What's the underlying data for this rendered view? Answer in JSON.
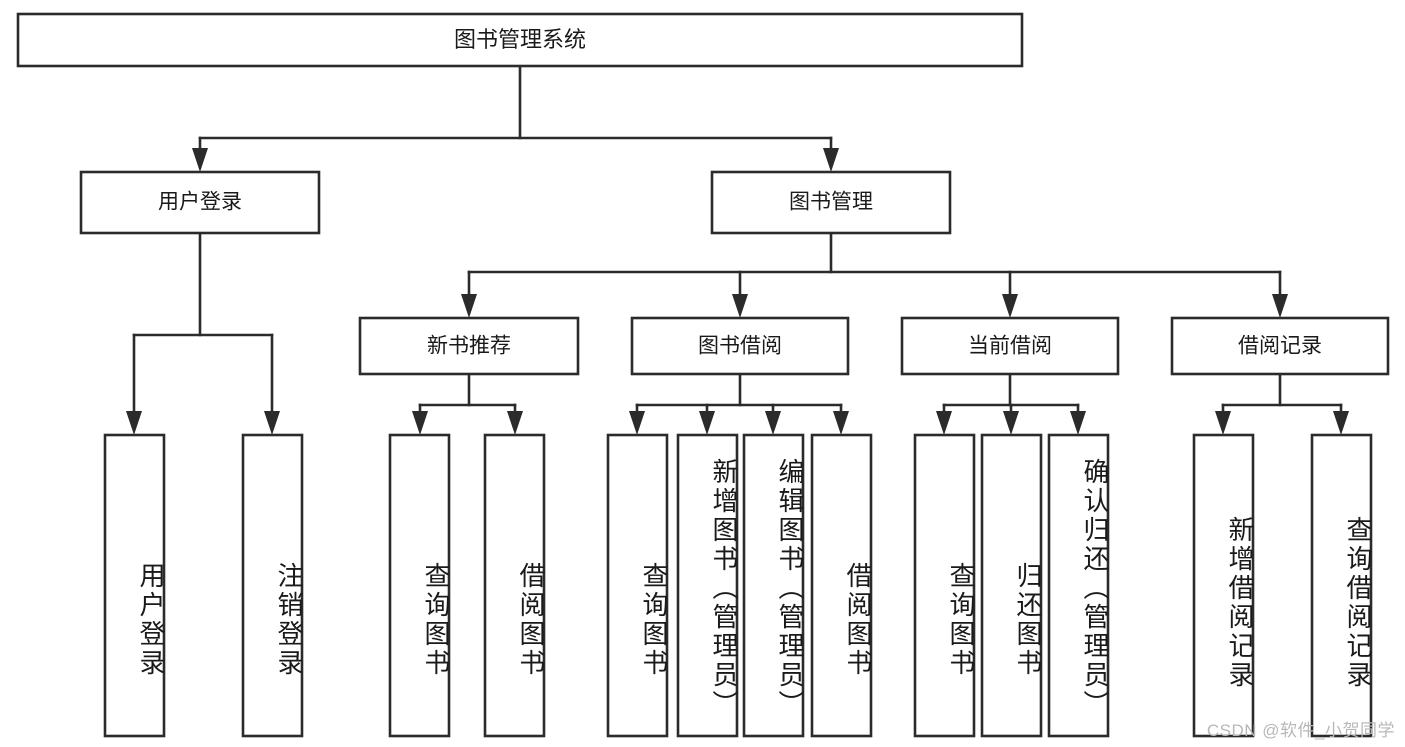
{
  "diagram": {
    "type": "tree-hierarchy",
    "title": "图书管理系统",
    "root": {
      "id": "root",
      "label": "图书管理系统",
      "orientation": "horizontal"
    },
    "level2": [
      {
        "id": "user-login",
        "label": "用户登录",
        "orientation": "horizontal"
      },
      {
        "id": "book-management",
        "label": "图书管理",
        "orientation": "horizontal"
      }
    ],
    "level3": [
      {
        "id": "new-book-recommend",
        "label": "新书推荐",
        "parent": "book-management",
        "orientation": "horizontal"
      },
      {
        "id": "book-borrow",
        "label": "图书借阅",
        "parent": "book-management",
        "orientation": "horizontal"
      },
      {
        "id": "current-borrow",
        "label": "当前借阅",
        "parent": "book-management",
        "orientation": "horizontal"
      },
      {
        "id": "borrow-record",
        "label": "借阅记录",
        "parent": "book-management",
        "orientation": "horizontal"
      }
    ],
    "leaves": [
      {
        "id": "leaf-user-login",
        "label": "用户登录",
        "parent": "user-login",
        "orientation": "vertical"
      },
      {
        "id": "leaf-user-logout",
        "label": "注销登录",
        "parent": "user-login",
        "orientation": "vertical"
      },
      {
        "id": "leaf-query-book-1",
        "label": "查询图书",
        "parent": "new-book-recommend",
        "orientation": "vertical"
      },
      {
        "id": "leaf-borrow-book-1",
        "label": "借阅图书",
        "parent": "new-book-recommend",
        "orientation": "vertical"
      },
      {
        "id": "leaf-query-book-2",
        "label": "查询图书",
        "parent": "book-borrow",
        "orientation": "vertical"
      },
      {
        "id": "leaf-add-book",
        "label": "新增图书（管理员）",
        "parent": "book-borrow",
        "orientation": "vertical"
      },
      {
        "id": "leaf-edit-book",
        "label": "编辑图书（管理员）",
        "parent": "book-borrow",
        "orientation": "vertical"
      },
      {
        "id": "leaf-borrow-book-2",
        "label": "借阅图书",
        "parent": "book-borrow",
        "orientation": "vertical"
      },
      {
        "id": "leaf-query-book-3",
        "label": "查询图书",
        "parent": "current-borrow",
        "orientation": "vertical"
      },
      {
        "id": "leaf-return-book",
        "label": "归还图书",
        "parent": "current-borrow",
        "orientation": "vertical"
      },
      {
        "id": "leaf-confirm-return",
        "label": "确认归还（管理员）",
        "parent": "current-borrow",
        "orientation": "vertical"
      },
      {
        "id": "leaf-add-record",
        "label": "新增借阅记录",
        "parent": "borrow-record",
        "orientation": "vertical"
      },
      {
        "id": "leaf-query-record",
        "label": "查询借阅记录",
        "parent": "borrow-record",
        "orientation": "vertical"
      }
    ],
    "colors": {
      "stroke": "#2b2b2b",
      "fill": "#ffffff",
      "text": "#1a1a1a",
      "watermark": "#b8b8b8",
      "background": "#ffffff"
    }
  },
  "watermark": {
    "text": "CSDN @软件_小贺同学"
  }
}
